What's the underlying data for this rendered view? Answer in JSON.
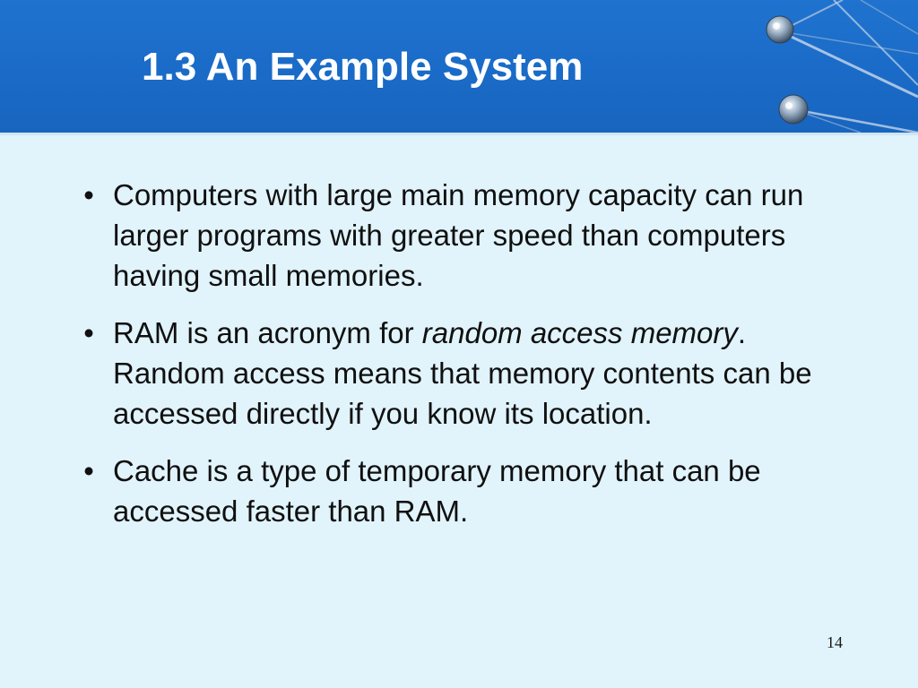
{
  "slide": {
    "title": "1.3 An Example System",
    "bullets": [
      {
        "text": "Computers with large main memory capacity can run larger programs with greater speed than computers having small memories."
      },
      {
        "before": "RAM is an acronym for ",
        "emphasis": "random access memory",
        "after": ". Random access means that memory contents can be accessed directly if you know its location."
      },
      {
        "text": "Cache is a type of temporary memory that can be accessed faster than RAM."
      }
    ],
    "bullet_symbol": "•",
    "page_number": "14"
  },
  "colors": {
    "header_blue": "#1a6bc7",
    "body_background": "#e1f3fb",
    "title_text": "#ffffff",
    "body_text": "#101010"
  },
  "decoration": {
    "header_icon": "pin-network-icon"
  }
}
